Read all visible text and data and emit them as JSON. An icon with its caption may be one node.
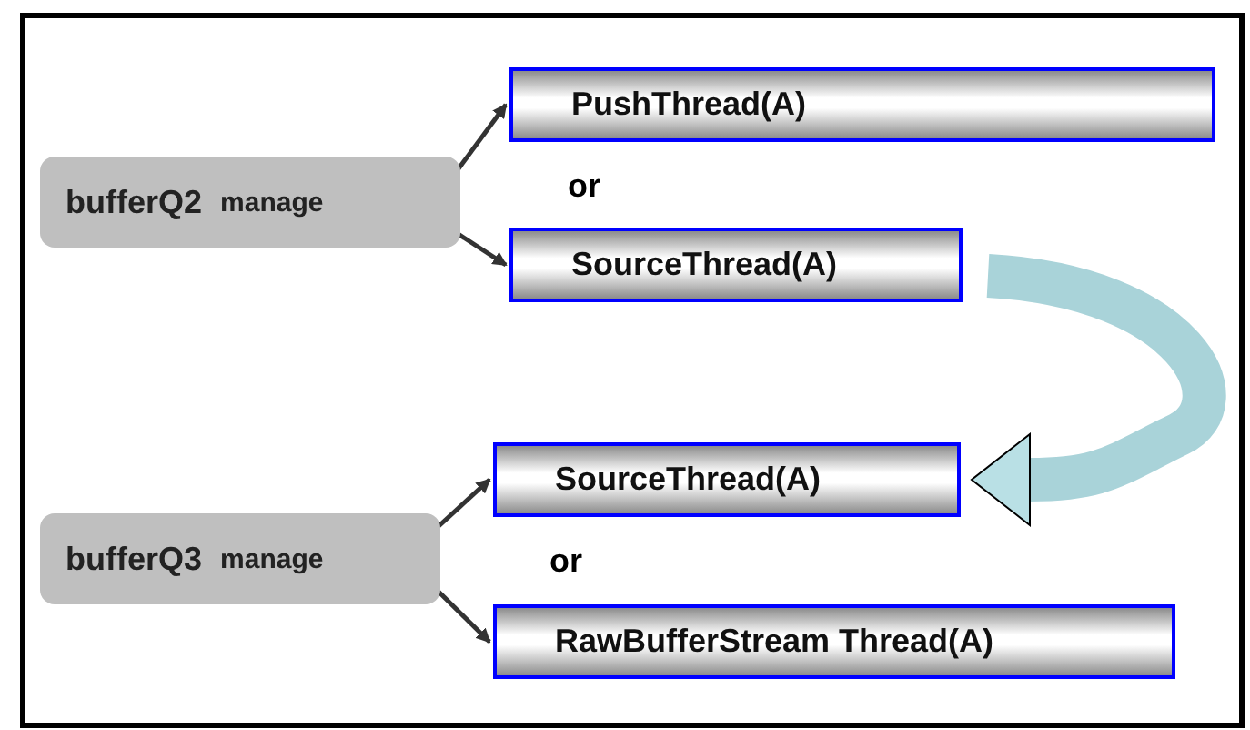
{
  "diagram": {
    "nodes": [
      {
        "text": [
          "bufferQ2",
          "manage"
        ]
      },
      {
        "text": [
          "PushThread(A)"
        ]
      },
      {
        "text": [
          "SourceThread(A)"
        ]
      },
      {
        "text": [
          "bufferQ3",
          "manage"
        ]
      },
      {
        "text": [
          "SourceThread(A)"
        ]
      },
      {
        "text": [
          "RawBufferStream Thread(A)"
        ]
      }
    ],
    "edges": [
      {
        "from": 0,
        "to": 1,
        "arrow": "to"
      },
      {
        "from": 0,
        "to": 2,
        "arrow": "to"
      },
      {
        "from": 3,
        "to": 4,
        "arrow": "to"
      },
      {
        "from": 3,
        "to": 5,
        "arrow": "to"
      },
      {
        "from": 2,
        "to": 4,
        "arrow": "to",
        "style": "thick",
        "color": "#a9d3d9"
      }
    ],
    "labels": [
      "or",
      "or"
    ]
  }
}
